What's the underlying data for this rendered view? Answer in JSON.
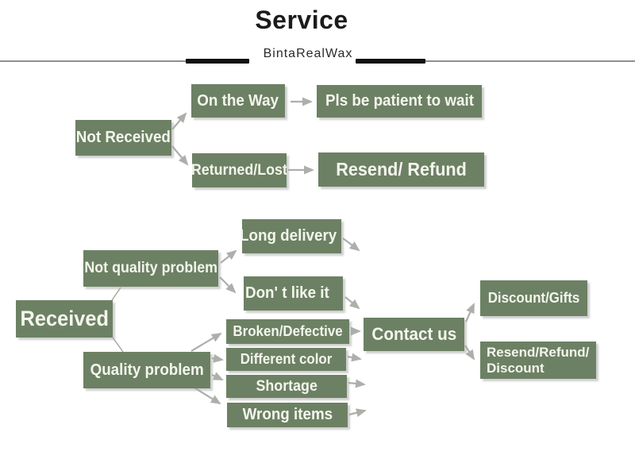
{
  "header": {
    "title": "Service",
    "brand": "BintaRealWax"
  },
  "colors": {
    "box_green": "#6c8163",
    "box_text": "#f4f5ee",
    "arrow_gray": "#adb0aa",
    "connector_gray": "#9aa096",
    "divider_black": "#111111",
    "divider_gray": "#8f8f8f",
    "title_text": "#1b1b1b"
  },
  "flowchart": {
    "nodes": {
      "not_received": "Not Received",
      "on_the_way": "On the Way",
      "pls_wait": "Pls be patient to wait",
      "returned_lost": "Returned/Lost",
      "resend_refund": "Resend/ Refund",
      "received": "Received",
      "not_quality_problem": "Not quality problem",
      "long_delivery": "Long delivery",
      "dont_like_it": "Don' t like it",
      "quality_problem": "Quality problem",
      "broken_defective": "Broken/Defective",
      "different_color": "Different color",
      "shortage": "Shortage",
      "wrong_items": "Wrong items",
      "contact_us": "Contact us",
      "discount_gifts": "Discount/Gifts",
      "resend_refund_discount_line1": "Resend/Refund/",
      "resend_refund_discount_line2": "Discount"
    },
    "edges": [
      {
        "from": "not_received",
        "to": "on_the_way"
      },
      {
        "from": "not_received",
        "to": "returned_lost"
      },
      {
        "from": "on_the_way",
        "to": "pls_wait"
      },
      {
        "from": "returned_lost",
        "to": "resend_refund"
      },
      {
        "from": "received",
        "to": "not_quality_problem"
      },
      {
        "from": "received",
        "to": "quality_problem"
      },
      {
        "from": "not_quality_problem",
        "to": "long_delivery"
      },
      {
        "from": "not_quality_problem",
        "to": "dont_like_it"
      },
      {
        "from": "long_delivery",
        "to": "contact_us"
      },
      {
        "from": "dont_like_it",
        "to": "contact_us"
      },
      {
        "from": "quality_problem",
        "to": "broken_defective"
      },
      {
        "from": "quality_problem",
        "to": "different_color"
      },
      {
        "from": "quality_problem",
        "to": "shortage"
      },
      {
        "from": "quality_problem",
        "to": "wrong_items"
      },
      {
        "from": "broken_defective",
        "to": "contact_us"
      },
      {
        "from": "different_color",
        "to": "contact_us"
      },
      {
        "from": "shortage",
        "to": "contact_us"
      },
      {
        "from": "wrong_items",
        "to": "contact_us"
      },
      {
        "from": "contact_us",
        "to": "discount_gifts"
      },
      {
        "from": "contact_us",
        "to": "resend_refund_discount"
      }
    ]
  }
}
